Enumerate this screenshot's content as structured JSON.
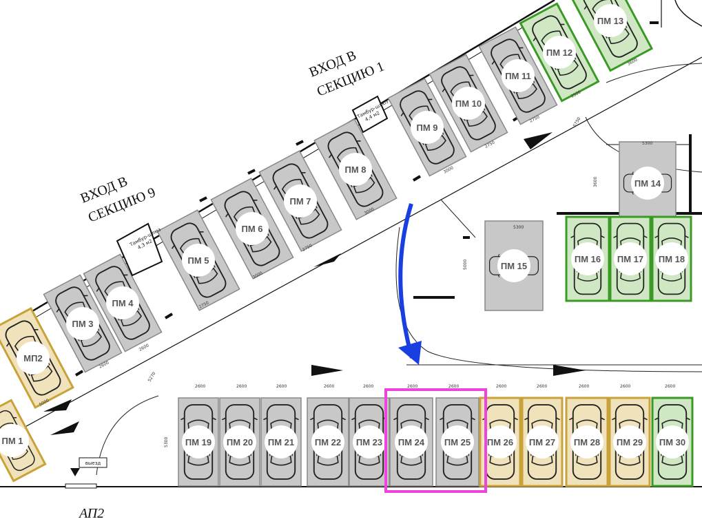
{
  "colors": {
    "gray": "#c8c8c8",
    "green": "#cfe8c3",
    "green_border": "#3a9a25",
    "yellow": "#f0e2bb",
    "yellow_border": "#c9a23a",
    "highlight": "#ee44dd",
    "arrow_blue": "#1a3fe0"
  },
  "labels": {
    "entry_1": [
      "ВХОД В",
      "СЕКЦИЮ 1"
    ],
    "entry_9": [
      "ВХОД В",
      "СЕКЦИЮ 9"
    ],
    "vestibule_1": [
      "Тамбур-шлюз",
      "4,4 м2"
    ],
    "vestibule_9": [
      "Тамбур-шлюз",
      "4,3 м2"
    ],
    "exit": "выезд",
    "ramp": "АП2"
  },
  "spots": [
    {
      "id": "pm1",
      "label": "ПМ 1",
      "color": "yellow"
    },
    {
      "id": "mp2",
      "label": "МП2",
      "color": "yellow"
    },
    {
      "id": "pm3",
      "label": "ПМ 3",
      "color": "gray"
    },
    {
      "id": "pm4",
      "label": "ПМ 4",
      "color": "gray"
    },
    {
      "id": "pm5",
      "label": "ПМ 5",
      "color": "gray"
    },
    {
      "id": "pm6",
      "label": "ПМ 6",
      "color": "gray"
    },
    {
      "id": "pm7",
      "label": "ПМ 7",
      "color": "gray"
    },
    {
      "id": "pm8",
      "label": "ПМ 8",
      "color": "gray"
    },
    {
      "id": "pm9",
      "label": "ПМ 9",
      "color": "gray"
    },
    {
      "id": "pm10",
      "label": "ПМ 10",
      "color": "gray"
    },
    {
      "id": "pm11",
      "label": "ПМ 11",
      "color": "gray"
    },
    {
      "id": "pm12",
      "label": "ПМ 12",
      "color": "green"
    },
    {
      "id": "pm13",
      "label": "ПМ 13",
      "color": "green"
    },
    {
      "id": "pm14",
      "label": "ПМ 14",
      "color": "gray"
    },
    {
      "id": "pm15",
      "label": "ПМ 15",
      "color": "gray"
    },
    {
      "id": "pm16",
      "label": "ПМ 16",
      "color": "green"
    },
    {
      "id": "pm17",
      "label": "ПМ 17",
      "color": "green"
    },
    {
      "id": "pm18",
      "label": "ПМ 18",
      "color": "green"
    },
    {
      "id": "pm19",
      "label": "ПМ 19",
      "color": "gray"
    },
    {
      "id": "pm20",
      "label": "ПМ 20",
      "color": "gray"
    },
    {
      "id": "pm21",
      "label": "ПМ 21",
      "color": "gray"
    },
    {
      "id": "pm22",
      "label": "ПМ 22",
      "color": "gray"
    },
    {
      "id": "pm23",
      "label": "ПМ 23",
      "color": "gray"
    },
    {
      "id": "pm24",
      "label": "ПМ 24",
      "color": "gray",
      "highlighted": true
    },
    {
      "id": "pm25",
      "label": "ПМ 25",
      "color": "gray",
      "highlighted": true
    },
    {
      "id": "pm26",
      "label": "ПМ 26",
      "color": "yellow"
    },
    {
      "id": "pm27",
      "label": "ПМ 27",
      "color": "yellow"
    },
    {
      "id": "pm28",
      "label": "ПМ 28",
      "color": "yellow"
    },
    {
      "id": "pm29",
      "label": "ПМ 29",
      "color": "yellow"
    },
    {
      "id": "pm30",
      "label": "ПМ 30",
      "color": "green"
    }
  ],
  "dimensions": {
    "d2600": "2600",
    "d5300": "5300",
    "d5000": "5000",
    "d3600": "3600",
    "d5750": "5750",
    "d5270": "5270",
    "d2750": "2750",
    "d3000": "3000",
    "d2500": "2500"
  }
}
